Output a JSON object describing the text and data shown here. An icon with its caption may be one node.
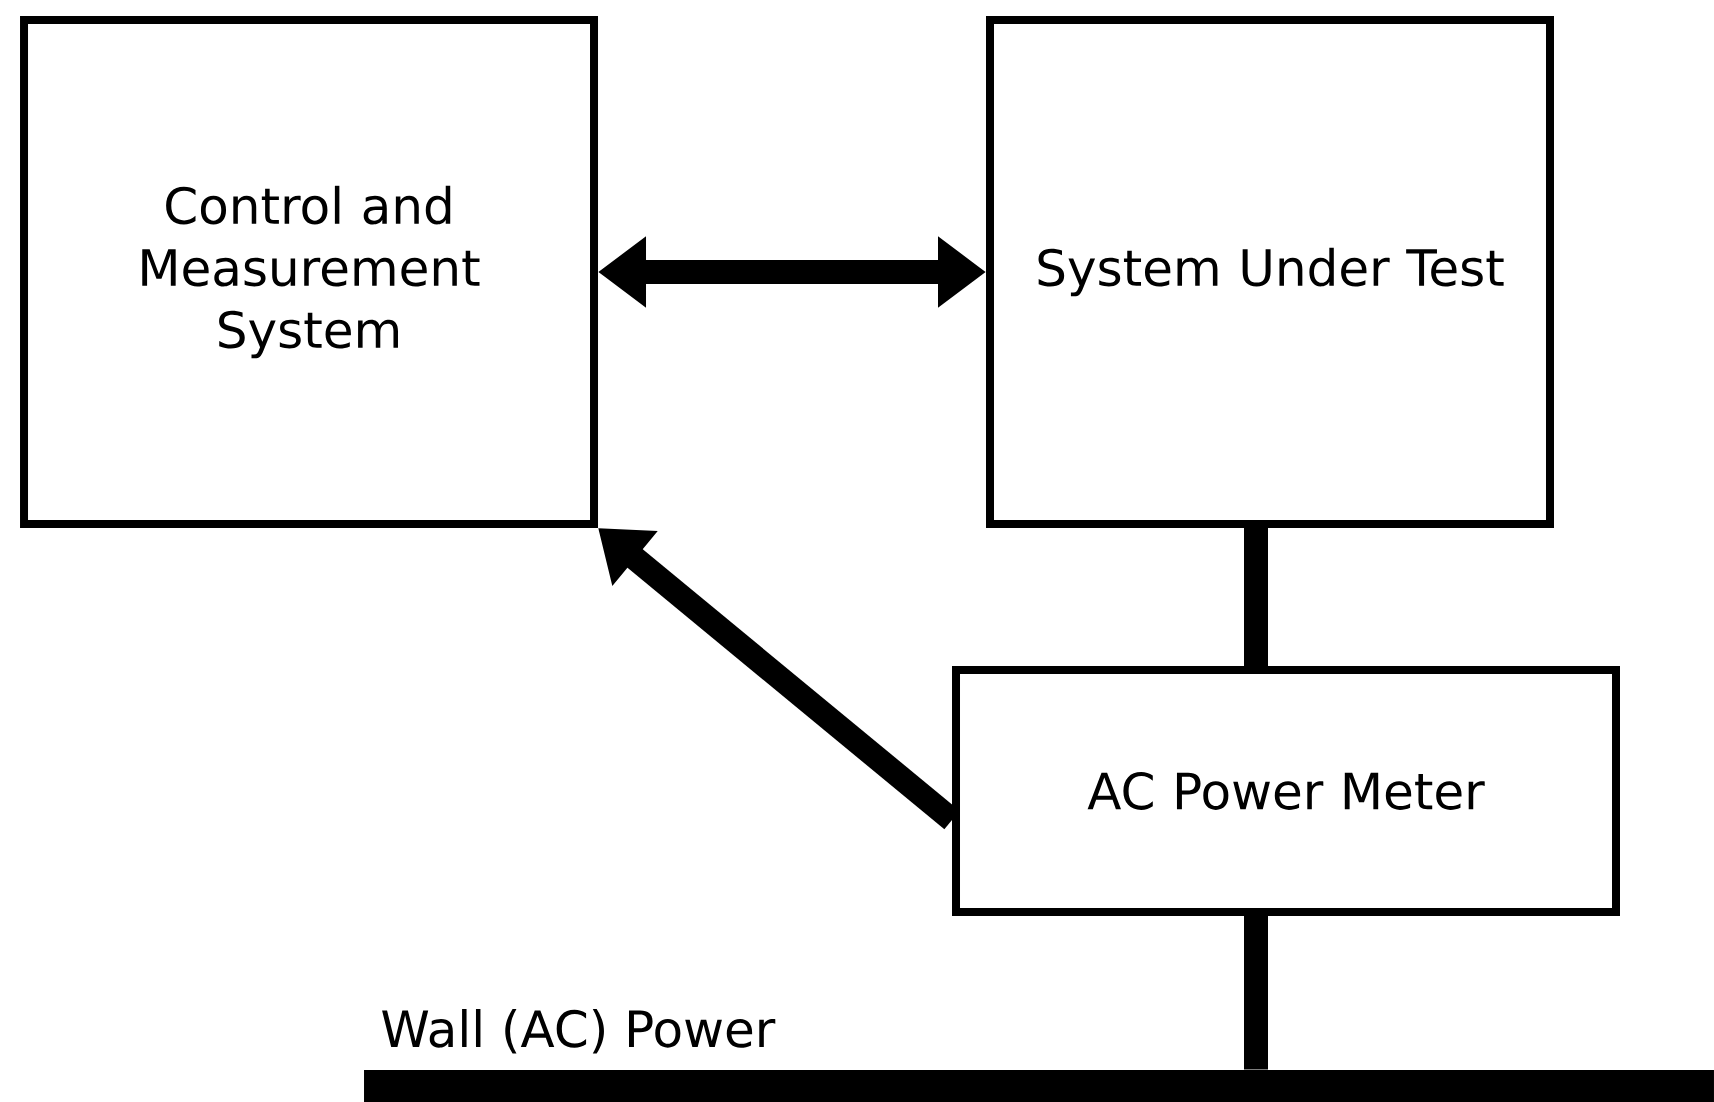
{
  "diagram": {
    "nodes": [
      {
        "text": [
          "Control and Measurement System"
        ]
      },
      {
        "text": [
          "System Under Test"
        ]
      },
      {
        "text": [
          "AC Power Meter"
        ]
      },
      {
        "text": [
          "Wall (AC) Power"
        ]
      }
    ],
    "edges": [
      {
        "from": 0,
        "to": 1,
        "arrow": "both"
      },
      {
        "from": 1,
        "to": 2,
        "arrow": "none"
      },
      {
        "from": 2,
        "to": 0,
        "arrow": "to"
      },
      {
        "from": 2,
        "to": 3,
        "arrow": "none"
      }
    ]
  }
}
